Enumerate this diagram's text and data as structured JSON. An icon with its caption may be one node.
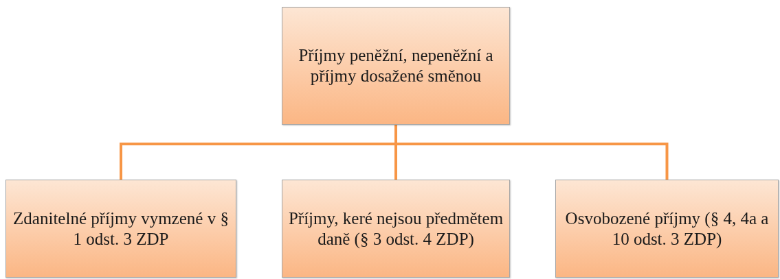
{
  "diagram": {
    "nodes": [
      {
        "text": [
          "Příjmy peněžní, nepeněžní a příjmy dosažené směnou"
        ]
      },
      {
        "text": [
          "Zdanitelné příjmy vymzené v § 1 odst. 3 ZDP"
        ]
      },
      {
        "text": [
          "Příjmy, keré nejsou předmětem daně (§ 3 odst. 4 ZDP)"
        ]
      },
      {
        "text": [
          "Osvobozené příjmy (§ 4, 4a a 10 odst. 3 ZDP)"
        ]
      }
    ],
    "edges": [
      {
        "from": 0,
        "to": 1,
        "arrow": "none"
      },
      {
        "from": 0,
        "to": 2,
        "arrow": "none"
      },
      {
        "from": 0,
        "to": 3,
        "arrow": "none"
      }
    ]
  }
}
